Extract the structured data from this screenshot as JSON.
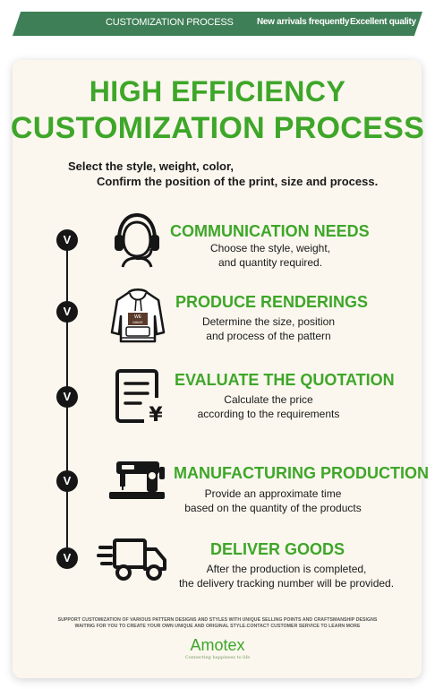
{
  "banner": {
    "title": "CUSTOMIZATION PROCESS",
    "tag_1": "New arrivals frequently",
    "tag_2": "Excellent quality"
  },
  "heading": {
    "line_1": "HIGH EFFICIENCY",
    "line_2": "CUSTOMIZATION PROCESS"
  },
  "intro": {
    "line_1": "Select the style, weight, color,",
    "line_2": "Confirm the position of the print, size and process."
  },
  "check_glyph": "V",
  "steps": [
    {
      "icon": "headset-icon",
      "title": "COMMUNICATION NEEDS",
      "desc_1": "Choose the style, weight,",
      "desc_2": "and quantity required."
    },
    {
      "icon": "hoodie-icon",
      "title": "PRODUCE RENDERINGS",
      "desc_1": "Determine the size, position",
      "desc_2": "and process of the pattern"
    },
    {
      "icon": "invoice-icon",
      "title": "EVALUATE THE QUOTATION",
      "desc_1": "Calculate the price",
      "desc_2": "according to the requirements"
    },
    {
      "icon": "sewing-machine-icon",
      "title": "MANUFACTURING PRODUCTION",
      "desc_1": "Provide an approximate time",
      "desc_2": "based on the quantity of the products"
    },
    {
      "icon": "delivery-truck-icon",
      "title": "DELIVER GOODS",
      "desc_1": "After the production is completed,",
      "desc_2": "the delivery tracking number will be provided."
    }
  ],
  "footer": {
    "note_1": "SUPPORT CUSTOMIZATION OF VARIOUS PATTERN DESIGNS AND STYLES WITH UNIQUE SELLING POINTS AND CRAFTSMANSHIP DESIGNS",
    "note_2": "WAITING FOR YOU TO CREATE YOUR OWN UNIQUE AND ORIGINAL STYLE.CONTACT CUSTOMER SERVICE TO LEARN MORE",
    "logo": "Amotex",
    "logo_sub": "Connecting happiness to life"
  },
  "colors": {
    "accent": "#3ea629",
    "banner": "#3f7f57",
    "card": "#fbf7ee",
    "ink": "#161616"
  }
}
